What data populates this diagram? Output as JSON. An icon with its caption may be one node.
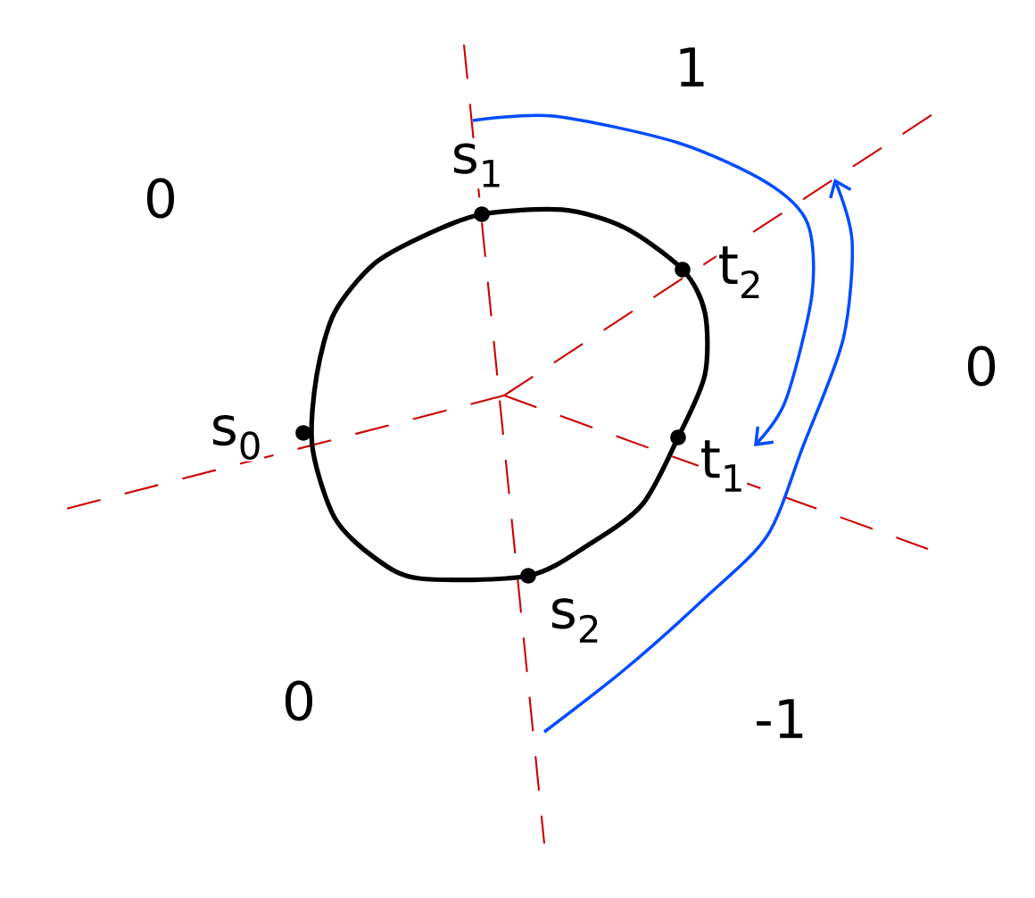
{
  "diagram": {
    "labels": [
      "1",
      "s$_{1}$",
      "0",
      "t$_{2}$",
      "0",
      "s$_{0}$",
      "t$_{1}$",
      "s$_{2}$",
      "0",
      "-1"
    ]
  }
}
